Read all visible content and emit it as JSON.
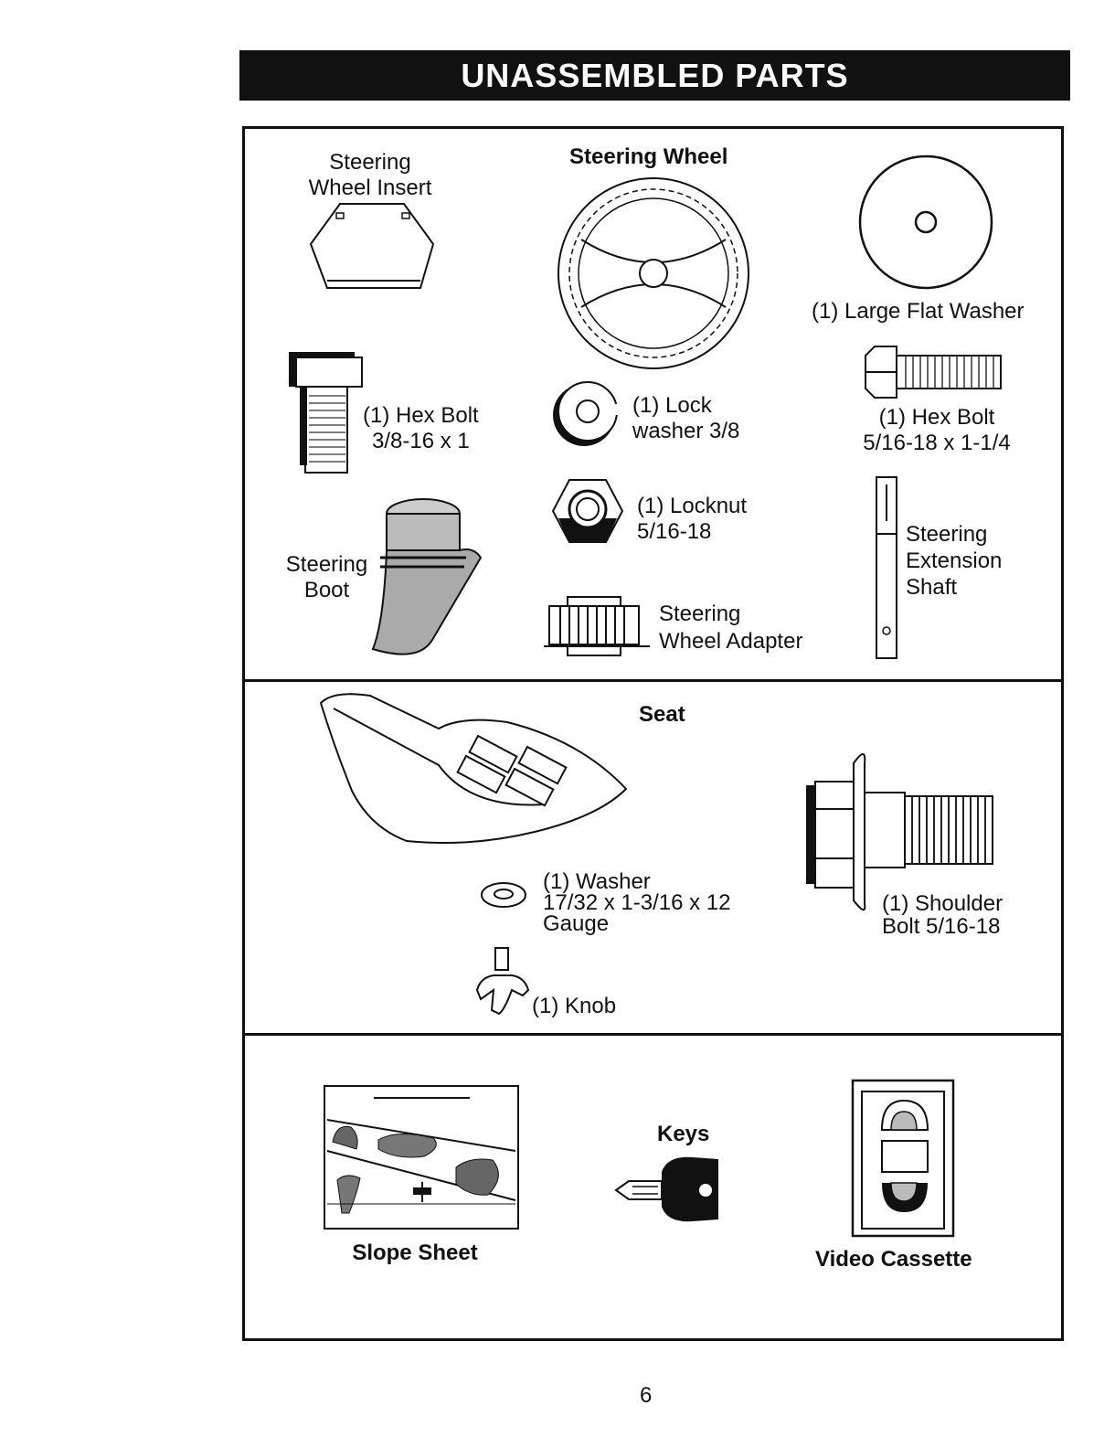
{
  "title": "UNASSEMBLED PARTS",
  "sections": {
    "steering": {
      "heading": "Steering Wheel",
      "insert_label": [
        "Steering",
        "Wheel Insert"
      ],
      "large_washer_label": "(1) Large Flat Washer",
      "hex_bolt_a": [
        "(1) Hex Bolt",
        "3/8-16 x 1"
      ],
      "lock_washer": [
        "(1) Lock",
        "washer  3/8"
      ],
      "hex_bolt_b": [
        "(1) Hex Bolt",
        "5/16-18 x 1-1/4"
      ],
      "locknut": [
        "(1) Locknut",
        "5/16-18"
      ],
      "boot": [
        "Steering",
        "Boot"
      ],
      "extension_shaft": [
        "Steering",
        "Extension",
        "Shaft"
      ],
      "adapter": [
        "Steering",
        "Wheel Adapter"
      ]
    },
    "seat": {
      "heading": "Seat",
      "washer": [
        "(1) Washer",
        "17/32 x 1-3/16 x 12",
        "Gauge"
      ],
      "shoulder_bolt": [
        "(1) Shoulder",
        "Bolt  5/16-18"
      ],
      "knob": "(1) Knob"
    },
    "misc": {
      "keys": "Keys",
      "slope_sheet": "Slope Sheet",
      "video_cassette": "Video Cassette"
    }
  },
  "page_number": "6"
}
